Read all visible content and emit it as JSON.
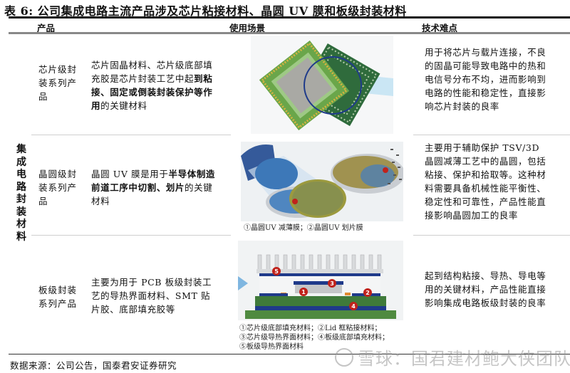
{
  "title": "表 6: 公司集成电路主流产品涉及芯片粘接材料、晶圆 UV 膜和板级封装材料",
  "headers": {
    "product": "产品",
    "scenario": "使用场景",
    "difficulty": "技术难点"
  },
  "category_label": [
    "集",
    "成",
    "电",
    "路",
    "封",
    "装",
    "材",
    "料"
  ],
  "rows": [
    {
      "product": "芯片级封装系列产品",
      "description_parts": [
        {
          "text": "芯片固晶材料、芯片级底部填充胶是芯片封装工艺中起",
          "bold": false
        },
        {
          "text": "到粘接、固定或倒装封装保护等作用",
          "bold": true
        },
        {
          "text": "的关键材料",
          "bold": false
        }
      ],
      "image": "chip-package-illustration",
      "caption": "",
      "difficulty": "用于将芯片与载片连接，不良的固晶可能导致电路中的热和电信号分布不均，进而影响到电路的性能和稳定性，直接影响芯片封装的良率"
    },
    {
      "product": "晶圆级封装系列产品",
      "description_parts": [
        {
          "text": "晶圆 UV 膜是用于",
          "bold": false
        },
        {
          "text": "半导体制造前道工序中切割、划片",
          "bold": true
        },
        {
          "text": "的关键材料",
          "bold": false
        }
      ],
      "image": "wafer-uv-film-illustration",
      "caption": "①晶圆UV 减薄膜；②晶圆UV 划片膜",
      "difficulty": "主要用于辅助保护 TSV/3D 晶圆减薄工艺中的晶圆，包括粘接、保护和拾取等。这种材料需要具备机械性能平衡性、稳定性和可靠性，产品性能直接影响晶圆加工的良率"
    },
    {
      "product": "板级封装系列产品",
      "description_parts": [
        {
          "text": "主要为用于 PCB 板级封装工艺的导热界面材料、SMT 贴片胶、底部填充胶等",
          "bold": false
        }
      ],
      "image": "board-level-package-diagram",
      "caption_lines": [
        "①芯片级底部填充材料；②Lid 框粘接材料；",
        "③芯片级导热界面材料；④板级底部填充材料；",
        "⑤板级导热界面材料"
      ],
      "difficulty": "起到结构粘接、导热、导电等用的关键材料，产品性能直接影响集成电路板级封装的良率"
    }
  ],
  "source": "数据来源：公司公告，国泰君安证券研究",
  "watermark": "雪球：国君建材鲍大侠团队",
  "colors": {
    "rule_dark": "#111111",
    "rule_header": "#888888",
    "row_separator": "#cfcfcf",
    "pcb_green": "#3f7a3a",
    "wafer_blue": "#2f5fa0",
    "marker_red": "#c0221b"
  }
}
